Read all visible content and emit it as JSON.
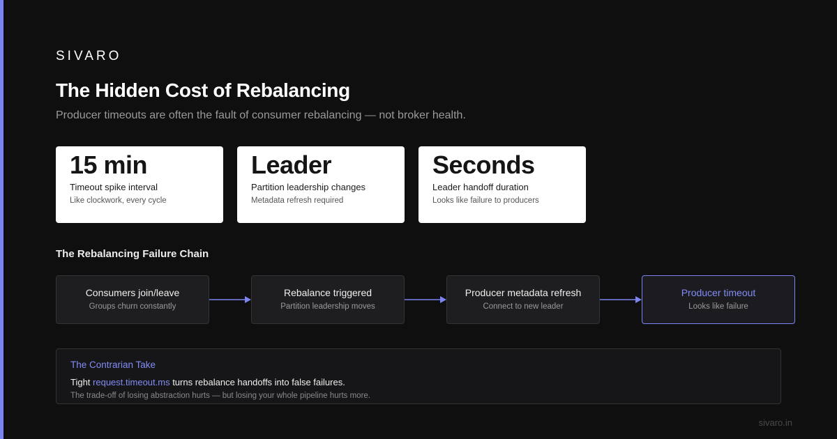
{
  "brand": "SIVARO",
  "title": "The Hidden Cost of Rebalancing",
  "subtitle": "Producer timeouts are often the fault of consumer rebalancing — not broker health.",
  "stats": [
    {
      "value": "15 min",
      "label": "Timeout spike interval",
      "note": "Like clockwork, every cycle"
    },
    {
      "value": "Leader",
      "label": "Partition leadership changes",
      "note": "Metadata refresh required"
    },
    {
      "value": "Seconds",
      "label": "Leader handoff duration",
      "note": "Looks like failure to producers"
    }
  ],
  "chain": {
    "heading": "The Rebalancing Failure Chain",
    "steps": [
      {
        "title": "Consumers join/leave",
        "sub": "Groups churn constantly"
      },
      {
        "title": "Rebalance triggered",
        "sub": "Partition leadership moves"
      },
      {
        "title": "Producer metadata refresh",
        "sub": "Connect to new leader"
      },
      {
        "title": "Producer timeout",
        "sub": "Looks like failure"
      }
    ]
  },
  "take": {
    "heading": "The Contrarian Take",
    "body_prefix": "Tight ",
    "body_code": "request.timeout.ms",
    "body_suffix": " turns rebalance handoffs into false failures.",
    "note": "The trade-off of losing abstraction hurts — but losing your whole pipeline hurts more."
  },
  "footer": "sivaro.in",
  "colors": {
    "accent": "#7b84f0",
    "background": "#0f0f0f",
    "card": "#ffffff"
  }
}
